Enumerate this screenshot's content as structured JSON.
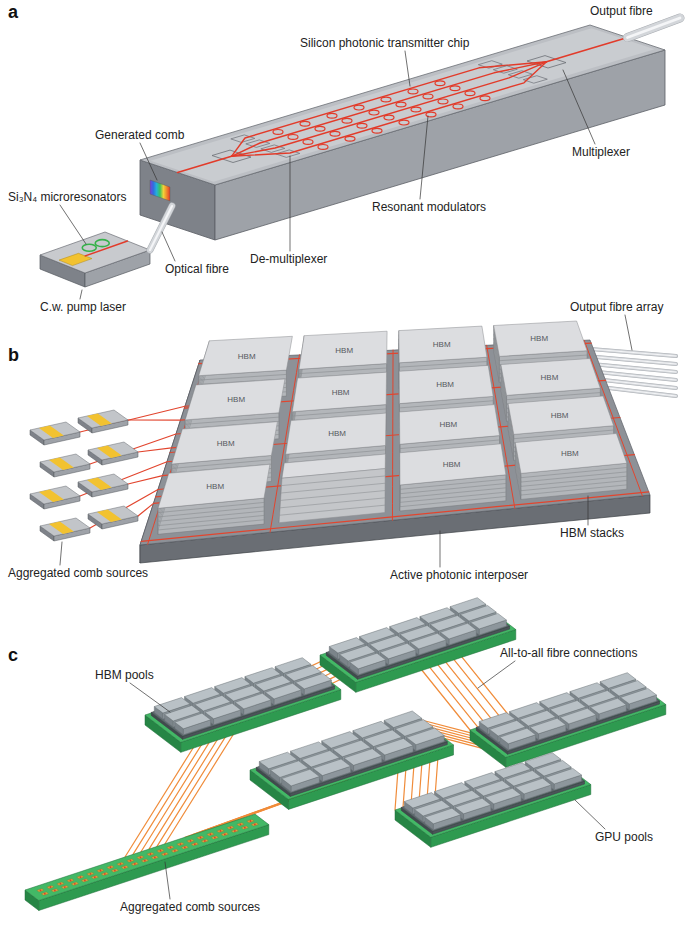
{
  "diagram": {
    "labels": [
      "a",
      "Output fibre",
      "Silicon photonic transmitter chip",
      "Generated comb",
      "Si₃N₄ microresonators",
      "Multiplexer",
      "Resonant modulators",
      "De-multiplexer",
      "Optical fibre",
      "C.w. pump laser",
      "b",
      "Output fibre array",
      "HBM",
      "HBM",
      "HBM",
      "HBM",
      "HBM",
      "HBM",
      "HBM",
      "HBM",
      "HBM",
      "HBM",
      "HBM",
      "HBM",
      "HBM",
      "HBM",
      "HBM",
      "HBM stacks",
      "Aggregated comb sources",
      "Active photonic interposer",
      "c",
      "HBM pools",
      "All-to-all fibre connections",
      "GPU pools",
      "Aggregated comb sources"
    ]
  }
}
